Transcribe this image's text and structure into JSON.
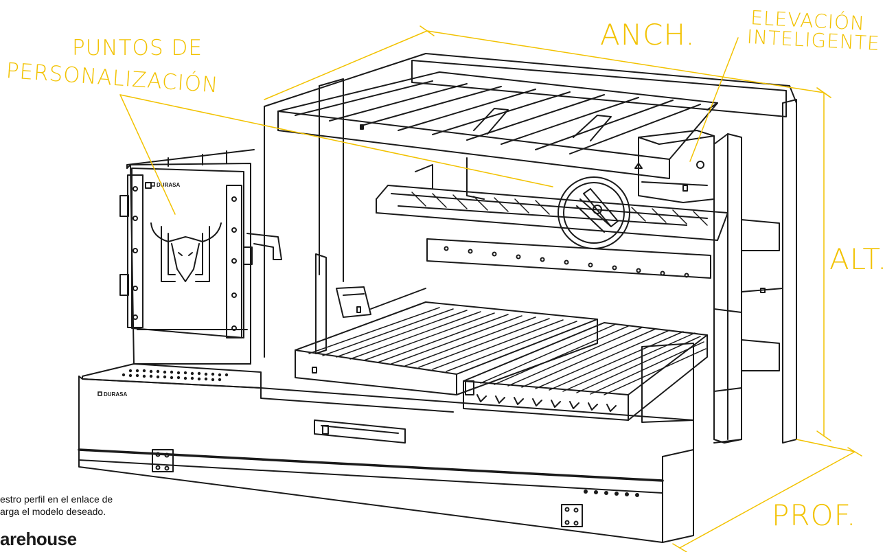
{
  "labels": {
    "puntos_line1": "PUNTOS DE",
    "puntos_line2": "PERSONALIZACIÓN",
    "anch": "ANCH.",
    "elevacion_line1": "ELEVACIÓN",
    "elevacion_line2": "INTELIGENTE",
    "alt": "ALT.",
    "prof": "PROF."
  },
  "brand_plates": {
    "door": "DURASA",
    "drawer": "DURASA"
  },
  "caption": {
    "line1": "estro perfil en el enlace de",
    "line2": "arga el modelo deseado."
  },
  "warehouse": "arehouse",
  "colors": {
    "accent": "#f2c200",
    "line": "#1a1a1a",
    "background": "#ffffff"
  }
}
